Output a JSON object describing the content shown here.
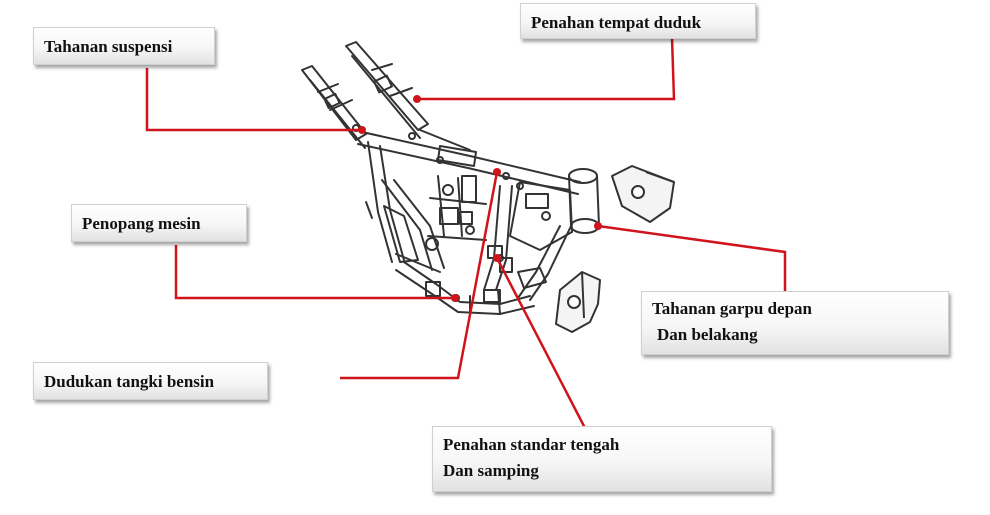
{
  "labels": {
    "suspension": "Tahanan suspensi",
    "seat": "Penahan tempat duduk",
    "engine": "Penopang mesin",
    "fuel_tank": "Dudukan tangki bensin",
    "fork_line1": "Tahanan garpu depan",
    "fork_line2": "Dan belakang",
    "stand_line1": "Penahan standar tengah",
    "stand_line2": "Dan samping"
  },
  "colors": {
    "leader": "#d0141b",
    "frame": "#333333"
  }
}
